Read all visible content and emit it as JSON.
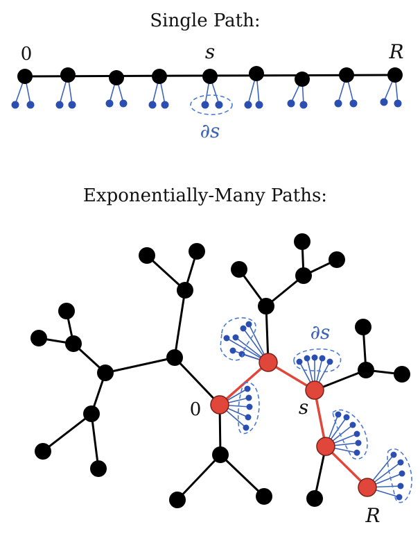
{
  "top": {
    "title": "Single Path:",
    "label_start": "0",
    "label_s": "s",
    "label_end": "R",
    "label_boundary": "∂s"
  },
  "bottom": {
    "title": "Exponentially-Many Paths:",
    "label_start": "0",
    "label_s": "s",
    "label_end": "R",
    "label_boundary": "∂s"
  },
  "colors": {
    "node": "#000000",
    "path_node": "#e0473a",
    "leaf": "#2a4fb0",
    "boundary": "#4a78d6"
  }
}
